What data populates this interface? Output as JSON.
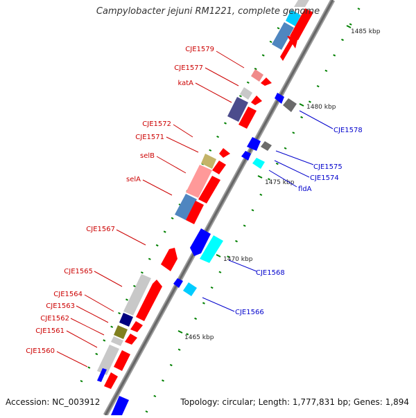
{
  "title": "Campylobacter jejuni RM1221, complete genome",
  "accession": "Accession: NC_003912",
  "topology": "Topology: circular; Length: 1,777,831 bp; Genes: 1,894",
  "colors": {
    "red": "#ff0000",
    "blue": "#0000ff",
    "cyan": "#00ffff",
    "lightblue": "#00ccff",
    "steel": "#4f86c0",
    "pink": "#f08a8a",
    "lightpink": "#ff9999",
    "grey": "#c8c8c8",
    "darkgrey": "#6b6b6b",
    "navy": "#000080",
    "slate": "#4c4c8c",
    "olive": "#808020",
    "khaki": "#c4b468",
    "tick": "#008000",
    "axis": "#888888",
    "redlabel": "#cc0000",
    "bluelabel": "#0000cc"
  },
  "scale": [
    "1485 kbp",
    "1480 kbp",
    "1475 kbp",
    "1470 kbp",
    "1465 kbp"
  ],
  "labels": {
    "left": [
      "CJE1579",
      "CJE1577",
      "katA",
      "CJE1572",
      "CJE1571",
      "selB",
      "selA",
      "CJE1567",
      "CJE1565",
      "CJE1564",
      "CJE1563",
      "CJE1562",
      "CJE1561",
      "CJE1560"
    ],
    "right": [
      "CJE1578",
      "CJE1575",
      "CJE1574",
      "fldA",
      "CJE1568",
      "CJE1566"
    ]
  }
}
